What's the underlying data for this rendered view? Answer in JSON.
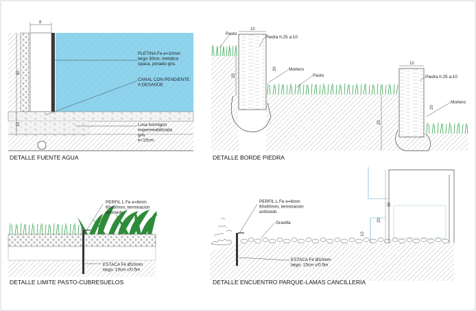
{
  "titles": {
    "fuente": "DETALLE FUENTE AGUA",
    "borde": "DETALLE BORDE PIEDRA",
    "limite": "DETALLE LIMITE PASTO-CUBRESUELOS",
    "encuentro": "DETALLE ENCUENTRO PARQUE-LAMAS CANCILLERIA"
  },
  "fuente": {
    "dim_top": "8",
    "dim_30": "30",
    "dim_10": "10",
    "pletina": [
      "PLETINA  Fe e=10mm",
      "largo 30cm, metálica",
      "opaca, pintado gris."
    ],
    "canal": [
      "CANAL CON PENDIENTE",
      "A DESAGÜE"
    ],
    "losa": [
      "Losa hormigon",
      "impermeabilizada",
      "gris",
      "e=10cm."
    ]
  },
  "borde": {
    "pasto1": "Pasto",
    "pasto2": "Pasto",
    "piedra1": "Piedra h:25 a:10",
    "piedra2": "Piedra h:25 a:10",
    "mortero1": "Mortero",
    "mortero2": "Mortero",
    "dim_10a": "10",
    "dim_10b": "10",
    "dim_25": "25",
    "dim_20a": "20",
    "dim_20b": "20",
    "dim_20c": "20"
  },
  "limite": {
    "perfil": [
      "PERFIL L Fe e=6mm",
      "60x60mm, terminación",
      "antióxido"
    ],
    "estaca": [
      "ESTACA Fé Ø10mm",
      "largo: 15cm c/0.5m"
    ]
  },
  "encuentro": {
    "perfil": [
      "PERFIL L Fe e=6mm",
      "60x60mm, terminación",
      "antióxido"
    ],
    "gravilla": "Gravilla",
    "estaca": [
      "ESTACA Fé Ø10mm",
      "largo: 15cm c/0.5m"
    ],
    "dim_10": "10",
    "dim_20": "20",
    "dim_30": "30"
  }
}
